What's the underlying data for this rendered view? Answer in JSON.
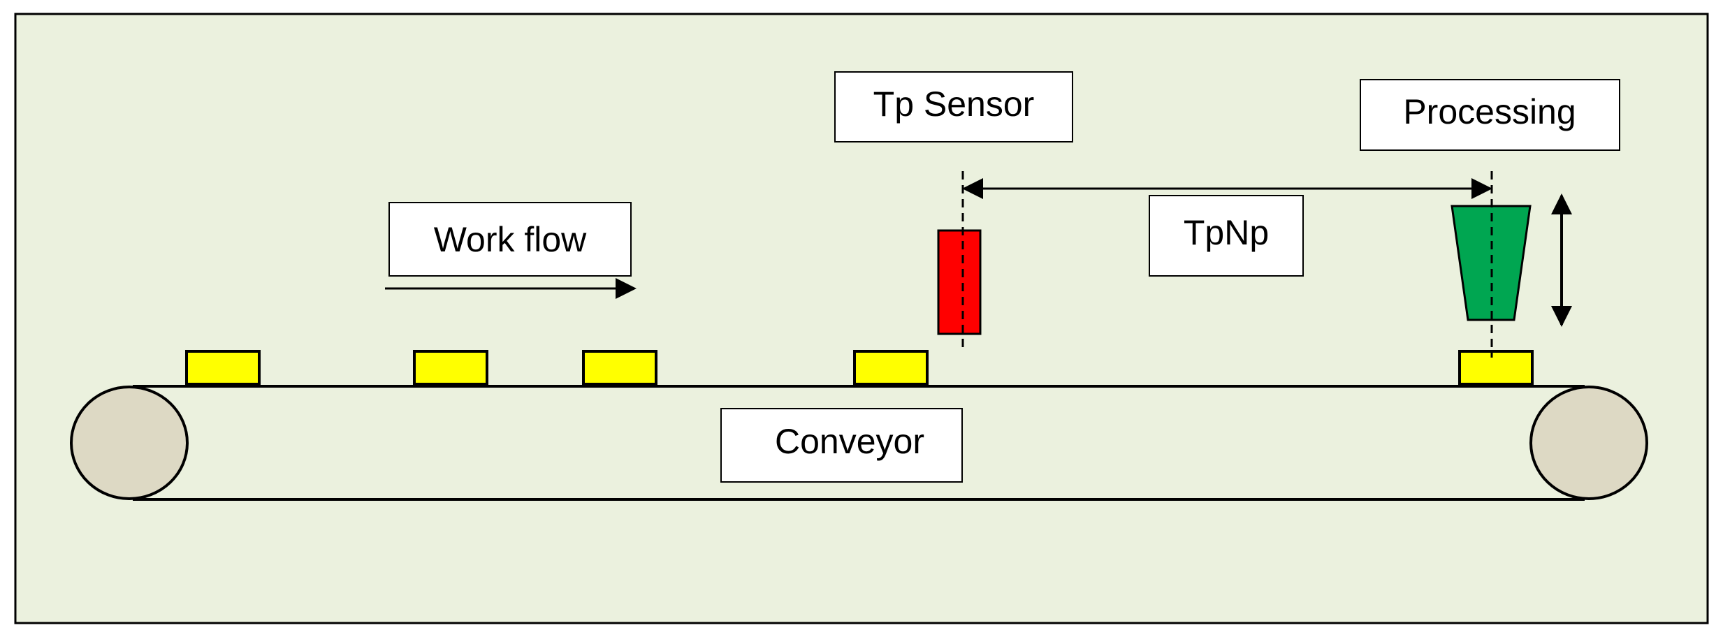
{
  "labels": {
    "tp_sensor": "Tp Sensor",
    "processing": "Processing",
    "work_flow": "Work flow",
    "tpnp": "TpNp",
    "conveyor": "Conveyor"
  },
  "colors": {
    "background": "#ebf1de",
    "frame": "#000000",
    "label_box": "#ffffff",
    "item": "#ffff00",
    "sensor": "#ff0000",
    "processor": "#00a651",
    "roller": "#ddd9c4",
    "line": "#000000"
  },
  "icons": {
    "items": "yellow-rectangle",
    "sensor": "red-rectangle",
    "processor": "green-trapezoid",
    "rollers": "circle"
  }
}
